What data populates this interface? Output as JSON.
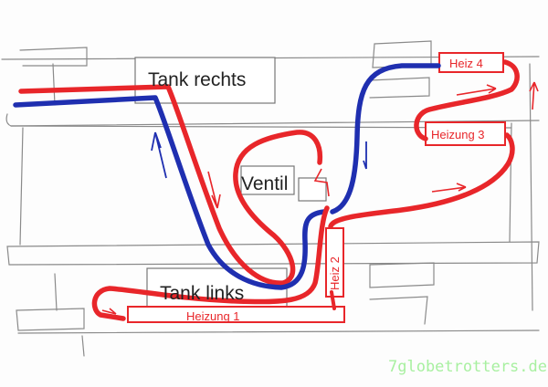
{
  "labels": {
    "tank_right": "Tank rechts",
    "tank_left": "Tank links",
    "valve": "Ventil",
    "heater_1": "Heizung 1",
    "heater_2": "Heiz 2",
    "heater_3": "Heizung 3",
    "heater_4": "Heiz 4"
  },
  "watermark": "7globetrotters.de",
  "colors": {
    "supply": "#e8262a",
    "return": "#1f2fb0",
    "sketch": "#8a8a8a",
    "watermark": "#a8f0a0"
  }
}
